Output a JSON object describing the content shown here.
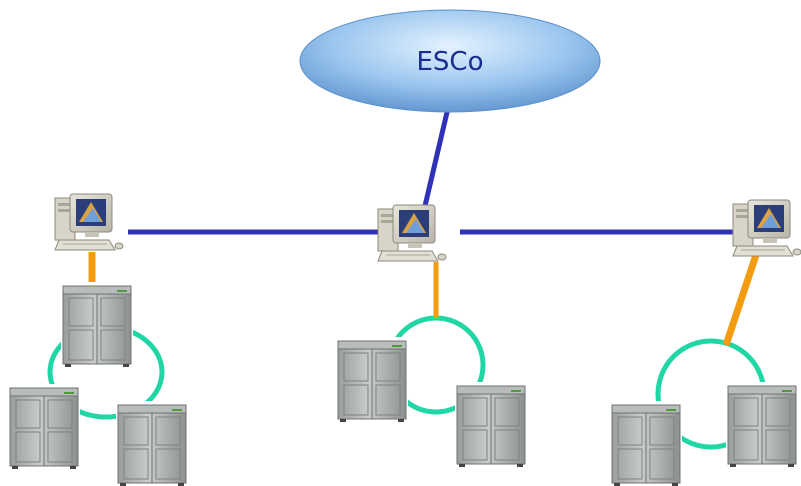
{
  "diagram": {
    "title": "",
    "central_node": {
      "label": "ESCo"
    },
    "colors": {
      "backbone_link": "#2f31b8",
      "local_link": "#f39c12",
      "unit_ring": "#21d6a5",
      "esco_fill_top": "#d6ecff",
      "esco_fill_bottom": "#6aa3dd"
    },
    "sites": [
      {
        "id": "left",
        "computer_icon": "desktop-computer-icon",
        "cabinets": 3
      },
      {
        "id": "center",
        "computer_icon": "desktop-computer-icon",
        "cabinets": 2
      },
      {
        "id": "right",
        "computer_icon": "desktop-computer-icon",
        "cabinets": 2
      }
    ]
  }
}
